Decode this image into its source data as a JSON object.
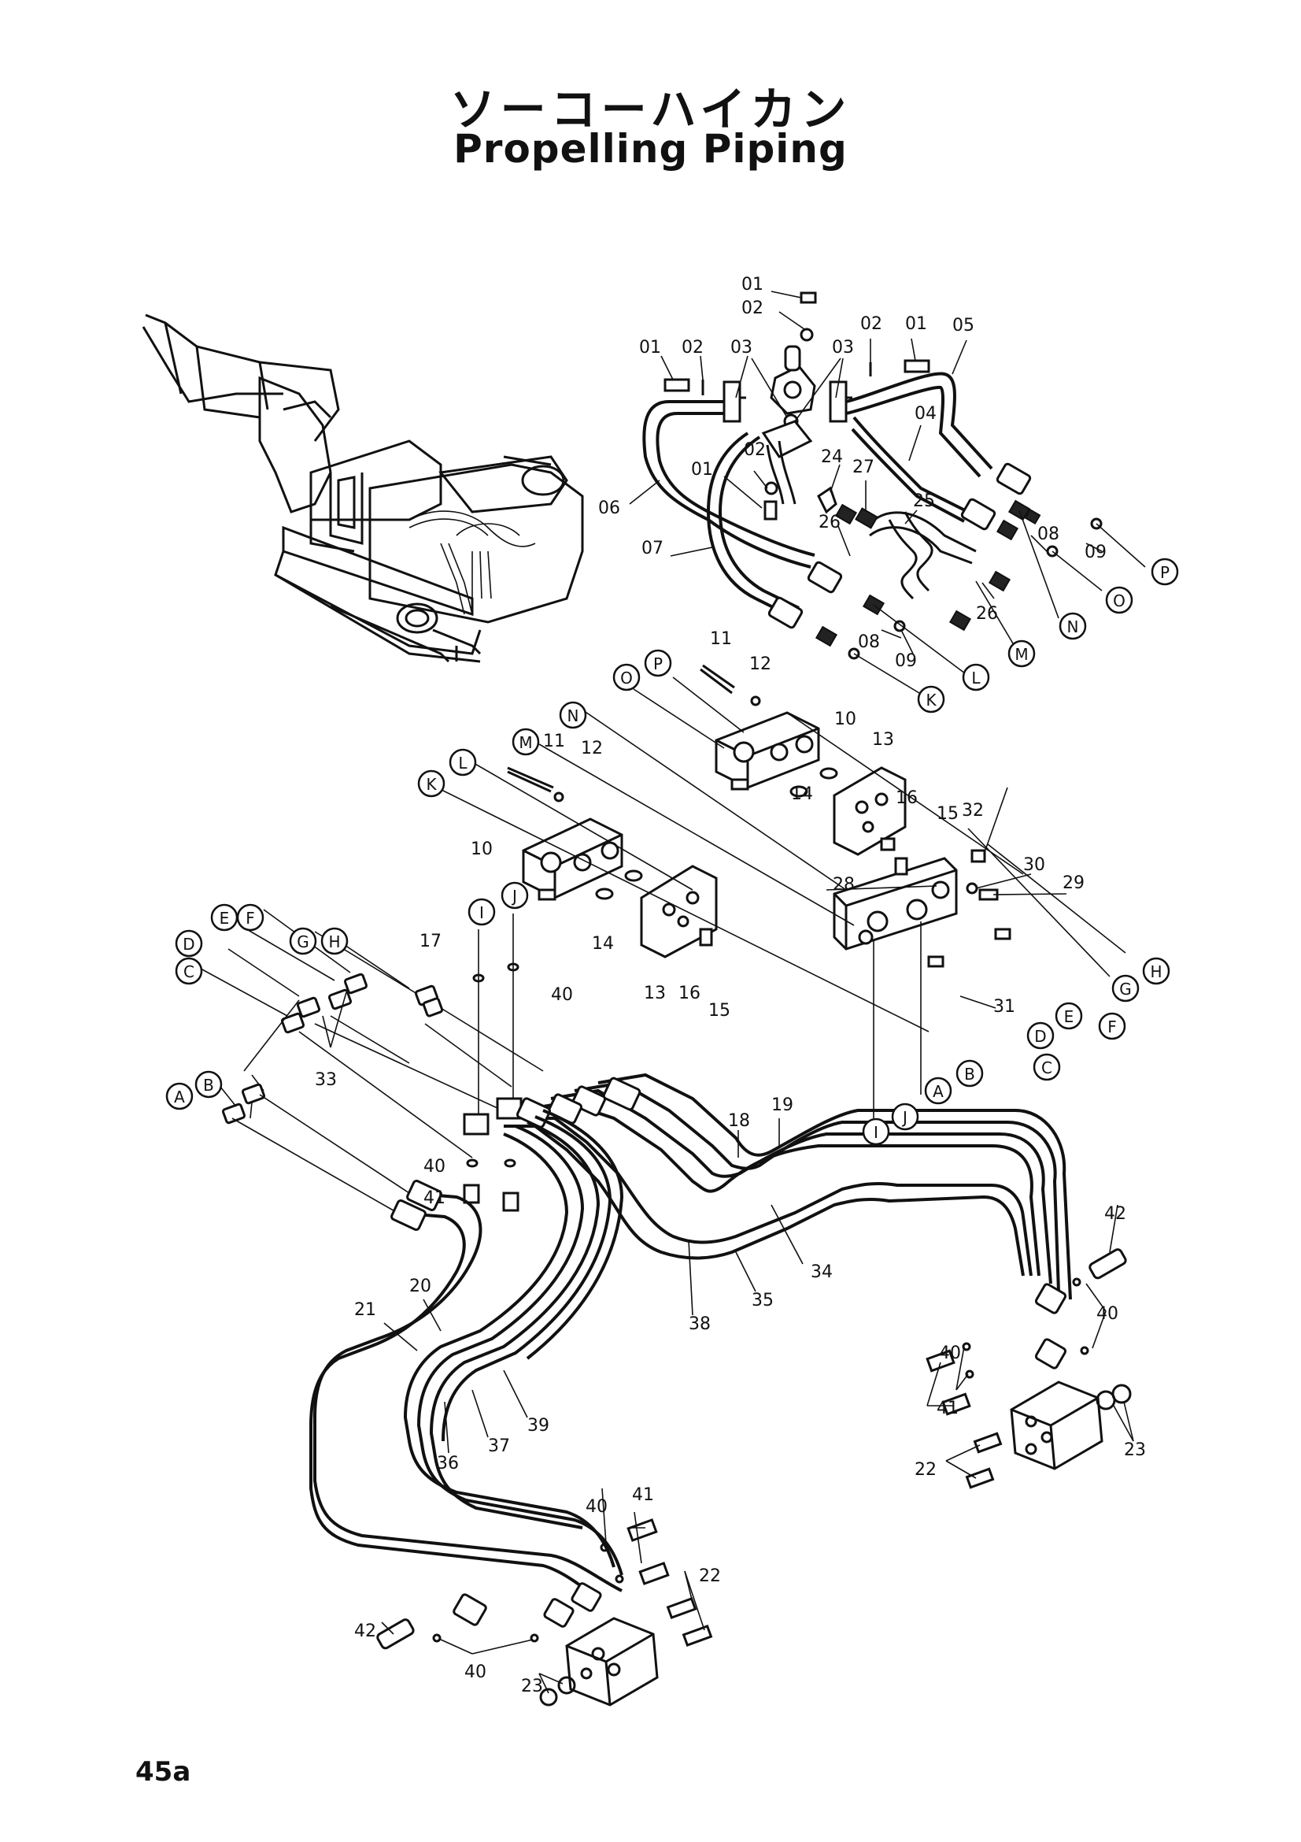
{
  "title_jp": "ソーコーハイカン",
  "title_en": "Propelling Piping",
  "page_number": "45a",
  "part_numbers": [
    "01",
    "02",
    "01",
    "02",
    "03",
    "02",
    "01",
    "03",
    "05",
    "04",
    "02",
    "24",
    "01",
    "27",
    "25",
    "06",
    "07",
    "26",
    "08",
    "09",
    "26",
    "08",
    "09",
    "11",
    "12",
    "10",
    "11",
    "12",
    "13",
    "10",
    "16",
    "15",
    "32",
    "14",
    "30",
    "29",
    "14",
    "13",
    "16",
    "15",
    "28",
    "17",
    "40",
    "31",
    "33",
    "19",
    "18",
    "34",
    "35",
    "38",
    "42",
    "40",
    "40",
    "41",
    "40",
    "41",
    "20",
    "21",
    "39",
    "37",
    "36",
    "23",
    "22",
    "40",
    "41",
    "22",
    "42",
    "40",
    "23"
  ],
  "connection_letters": [
    "P",
    "O",
    "N",
    "M",
    "L",
    "K",
    "P",
    "O",
    "N",
    "M",
    "L",
    "K",
    "H",
    "G",
    "F",
    "E",
    "D",
    "C",
    "B",
    "A",
    "J",
    "I",
    "E",
    "F",
    "G",
    "H",
    "D",
    "C",
    "B",
    "A",
    "I",
    "J",
    "A",
    "B"
  ]
}
